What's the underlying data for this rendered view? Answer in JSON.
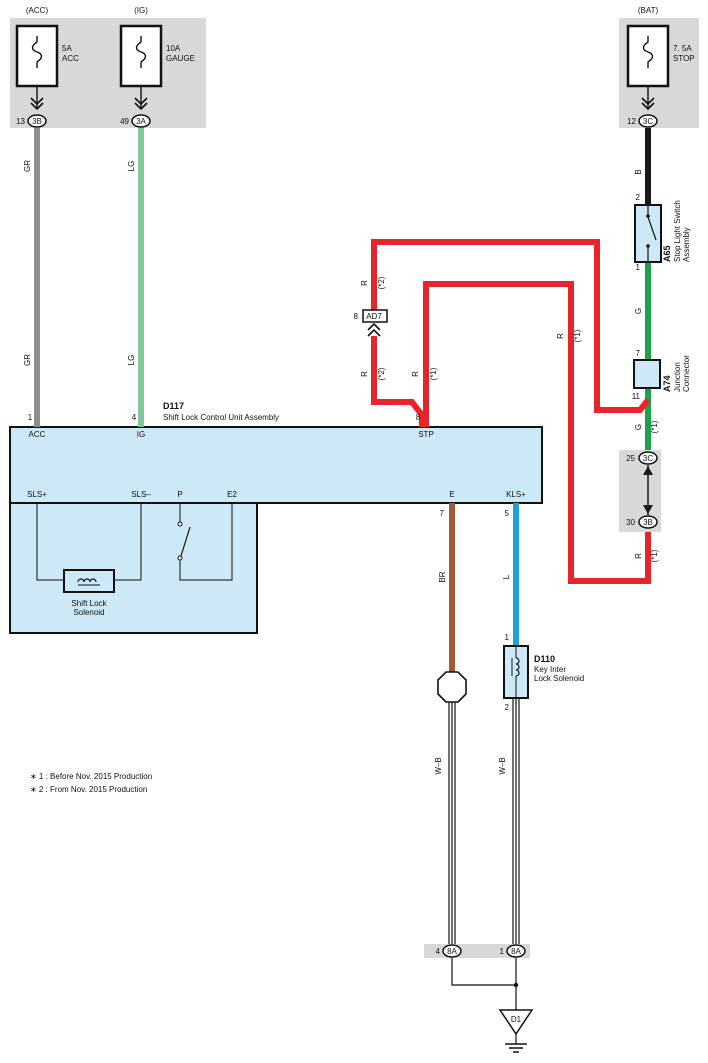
{
  "power": {
    "acc": {
      "source": "(ACC)",
      "fuse_amp": "5A",
      "fuse_name": "ACC",
      "pin": "13",
      "conn": "3B",
      "wire": "GR"
    },
    "ig": {
      "source": "(IG)",
      "fuse_amp": "10A",
      "fuse_name": "GAUGE",
      "pin": "49",
      "conn": "3A",
      "wire": "LG"
    },
    "bat": {
      "source": "(BAT)",
      "fuse_amp": "7. 5A",
      "fuse_name": "STOP",
      "pin": "12",
      "conn": "3C",
      "wire": "B"
    }
  },
  "ecu": {
    "id": "D117",
    "name": "Shift Lock Control Unit Assembly",
    "pins_top": [
      {
        "num": "1",
        "label": "ACC"
      },
      {
        "num": "4",
        "label": "IG"
      },
      {
        "num": "8",
        "label": "STP"
      }
    ],
    "pins_bottom": [
      {
        "label": "SLS+"
      },
      {
        "label": "SLS–"
      },
      {
        "label": "P"
      },
      {
        "label": "E2"
      },
      {
        "num": "7",
        "label": "E"
      },
      {
        "num": "5",
        "label": "KLS+"
      }
    ],
    "solenoid_line1": "Shift Lock",
    "solenoid_line2": "Solenoid"
  },
  "stop_switch": {
    "id": "A65",
    "line1": "Stop Light Switch",
    "line2": "Assembly",
    "pin_top": "2",
    "pin_bottom": "1",
    "wire_out": "G"
  },
  "junction": {
    "id": "A74",
    "line1": "Junction",
    "line2": "Connector",
    "pin_top": "7",
    "pin_bottom": "11",
    "wire_out": "G",
    "note": "(*1)"
  },
  "junction_conn": {
    "pin_top": "25",
    "conn_top": "3C",
    "pin_bottom": "30",
    "conn_bottom": "3B",
    "wire_out": "R",
    "note": "(*1)"
  },
  "connector_ad7": {
    "id": "AD7",
    "pin": "8",
    "wire": "R",
    "note": "(*2)"
  },
  "red_wires": {
    "wire": "R",
    "note1": "(*1)",
    "note2": "(*2)"
  },
  "key_solenoid": {
    "id": "D110",
    "line1": "Key Inter",
    "line2": "Lock Solenoid",
    "pin_top": "1",
    "pin_bottom": "2"
  },
  "wires": {
    "e": "BR",
    "kls": "L",
    "ground_left": "W–B",
    "ground_right": "W–B"
  },
  "ground_conns": [
    {
      "pin": "4",
      "conn": "8A"
    },
    {
      "pin": "1",
      "conn": "8A"
    }
  ],
  "ground": {
    "id": "D1"
  },
  "notes": [
    "∗ 1 : Before Nov.  2015 Production",
    "∗ 2 : From Nov.  2015 Production"
  ],
  "colors": {
    "gr": "#8e8e8e",
    "lg": "#7fc99a",
    "black": "#1a1a1a",
    "green": "#1aa34a",
    "red": "#e8242b",
    "brown": "#a35a35",
    "blue": "#1ea0dd",
    "fill": "#cde8f7",
    "gray": "#d8d8d8"
  }
}
